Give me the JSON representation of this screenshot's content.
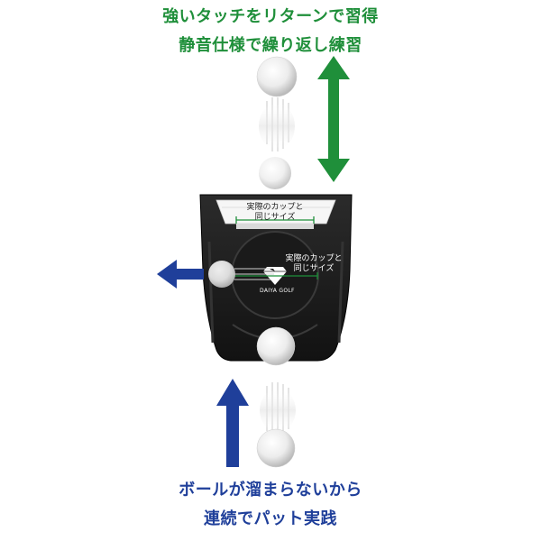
{
  "colors": {
    "green": "#1f8f3a",
    "blue": "#1f3f9a",
    "device": "#1c1c1c",
    "white": "#ffffff"
  },
  "top_caption": {
    "line1": "強いタッチをリターンで習得",
    "line2": "静音仕様で繰り返し練習"
  },
  "bottom_caption": {
    "line1": "ボールが溜まらないから",
    "line2": "連続でパット実践"
  },
  "device": {
    "cup_label_top_line1": "実際のカップと",
    "cup_label_top_line2": "同じサイズ",
    "cup_label_mid_line1": "実際のカップと",
    "cup_label_mid_line2": "同じサイズ",
    "brand": "DAIYA GOLF",
    "logo_icon": "diamond-logo-icon"
  },
  "icons": {
    "up_down_arrow": "up-down-arrow-icon",
    "left_arrow": "left-arrow-icon",
    "up_arrow": "up-arrow-icon",
    "golf_ball": "golf-ball-icon"
  }
}
